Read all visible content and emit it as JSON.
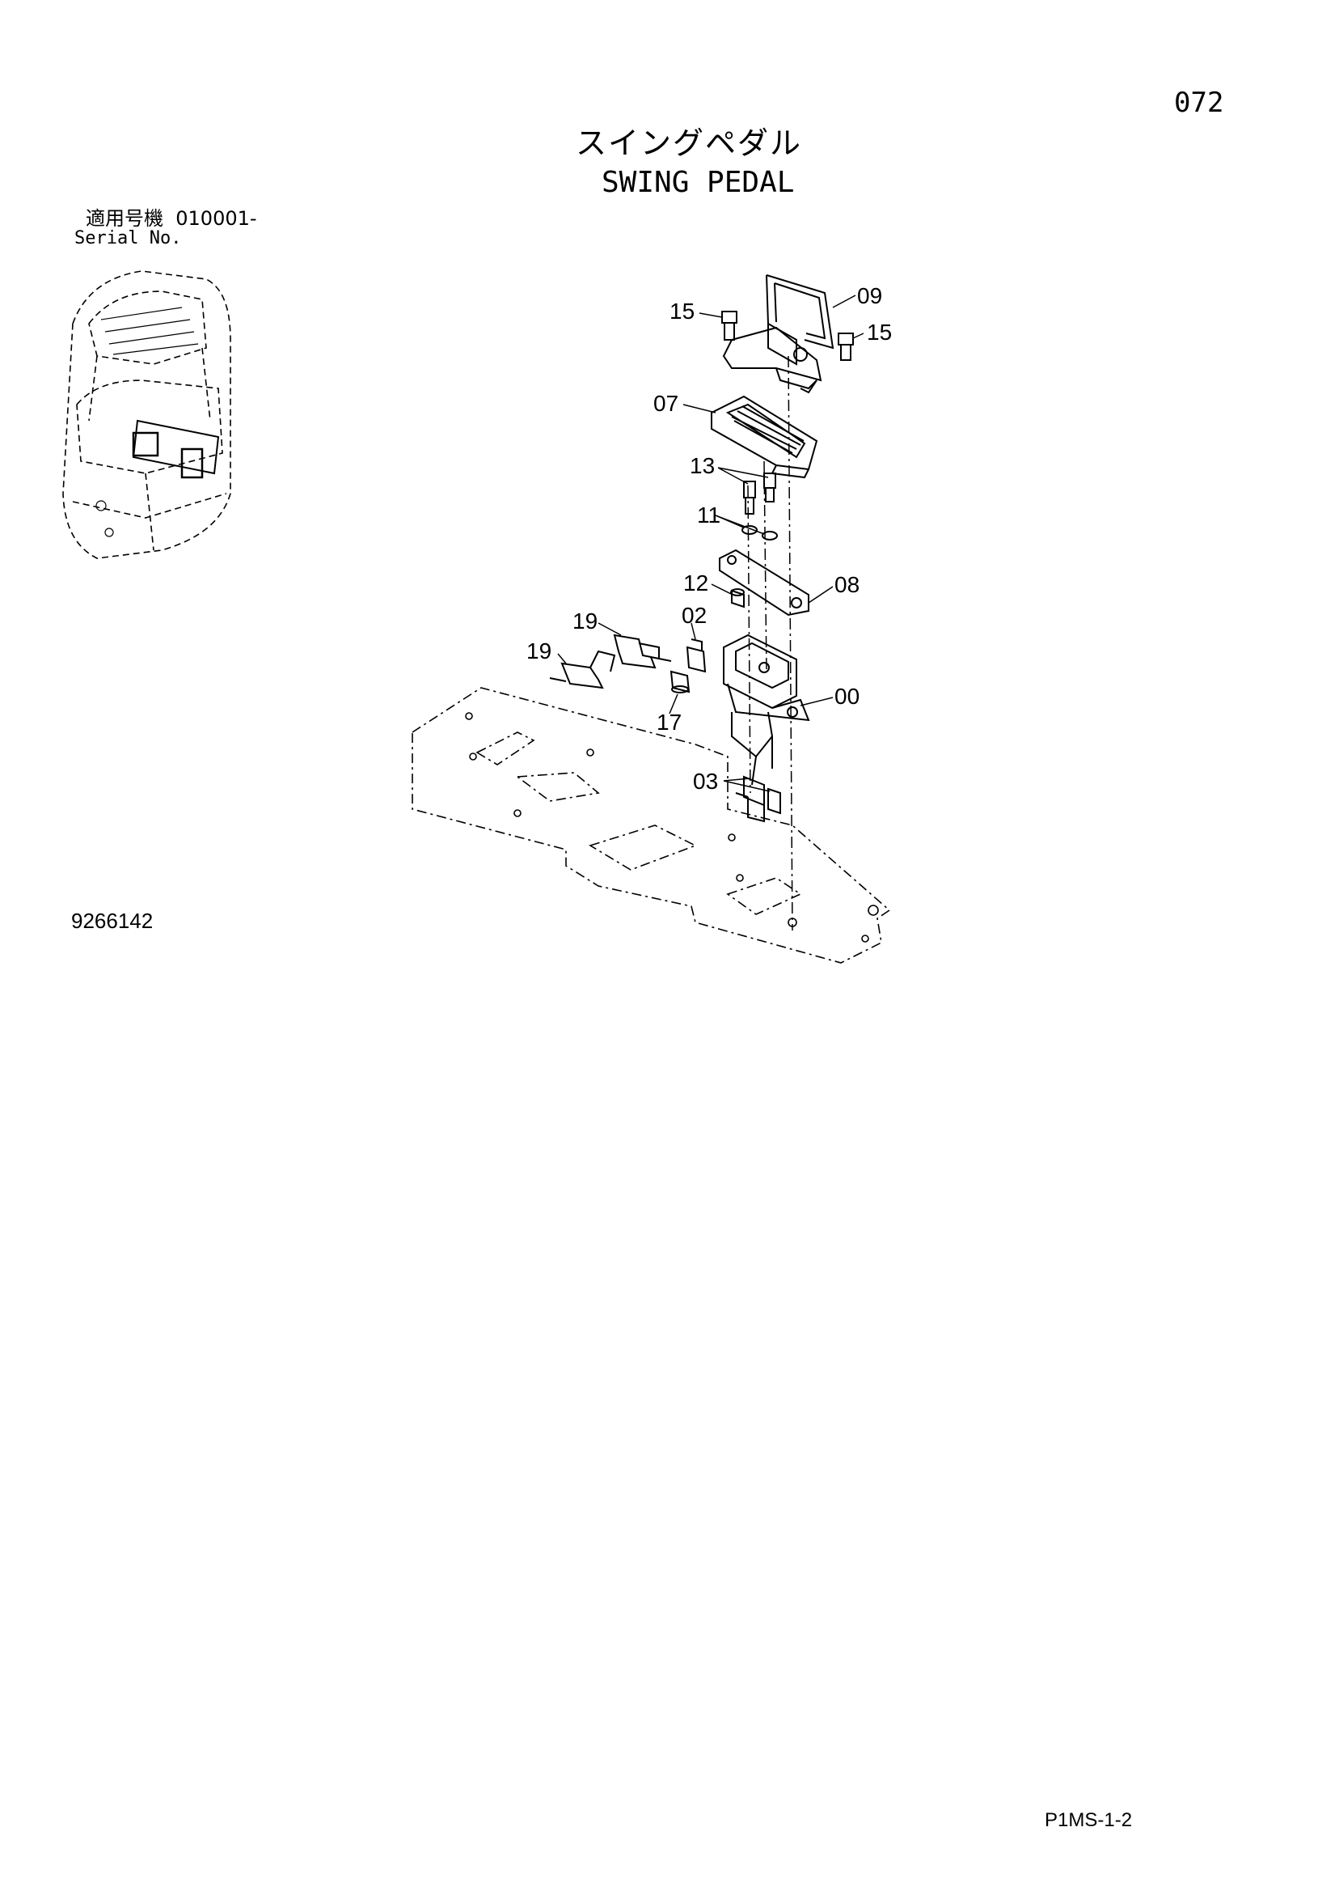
{
  "page": {
    "number": "072",
    "title_jp": "スイングペダル",
    "title_en": "SWING PEDAL",
    "serial_label_jp": "適用号機",
    "serial_value": "010001-",
    "serial_label_en": "Serial No.",
    "drawing_number": "9266142",
    "page_code": "P1MS-1-2"
  },
  "callouts": [
    {
      "id": "c15a",
      "label": "15"
    },
    {
      "id": "c09",
      "label": "09"
    },
    {
      "id": "c15b",
      "label": "15"
    },
    {
      "id": "c07",
      "label": "07"
    },
    {
      "id": "c13",
      "label": "13"
    },
    {
      "id": "c11",
      "label": "11"
    },
    {
      "id": "c12",
      "label": "12"
    },
    {
      "id": "c08",
      "label": "08"
    },
    {
      "id": "c19a",
      "label": "19"
    },
    {
      "id": "c02",
      "label": "02"
    },
    {
      "id": "c19b",
      "label": "19"
    },
    {
      "id": "c00",
      "label": "00"
    },
    {
      "id": "c17",
      "label": "17"
    },
    {
      "id": "c03",
      "label": "03"
    }
  ]
}
